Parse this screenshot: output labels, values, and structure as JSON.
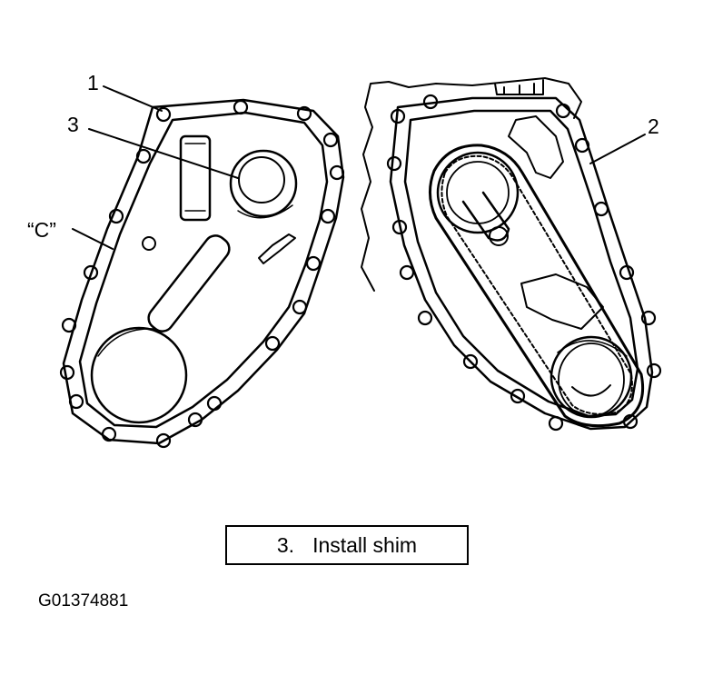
{
  "callouts": {
    "c1": "1",
    "c2": "2",
    "c3": "3",
    "cC": "“C”"
  },
  "caption": {
    "number": "3.",
    "text": "Install shim"
  },
  "figure_id": "G01374881",
  "colors": {
    "ink": "#000000",
    "paper": "#ffffff"
  }
}
